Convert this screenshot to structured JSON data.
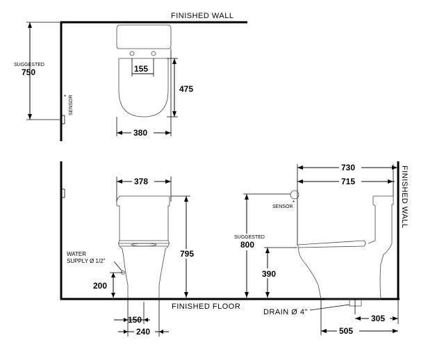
{
  "labels": {
    "finished_wall_top": "FINISHED  WALL",
    "finished_wall_side": "FINISHED  WALL",
    "finished_floor": "FINISHED  FLOOR",
    "suggested": "SUGGESTED",
    "sensor": "SENSOR",
    "sensor_mark": "*",
    "water_supply_line1": "WATER",
    "water_supply_line2": "SUPPLY Ø 1/2\"",
    "drain": "DRAIN Ø 4\""
  },
  "dimensions": {
    "top_sensor_height": "750",
    "top_seat_spacing": "155",
    "top_bowl_depth": "475",
    "top_width": "380",
    "front_width": "378",
    "front_height": "795",
    "water_height": "200",
    "base_inner": "150",
    "base_outer": "240",
    "side_length": "730",
    "side_tank_length": "715",
    "side_sensor_height": "800",
    "side_seat_height": "390",
    "side_base_length": "505",
    "rough_in": "305"
  }
}
